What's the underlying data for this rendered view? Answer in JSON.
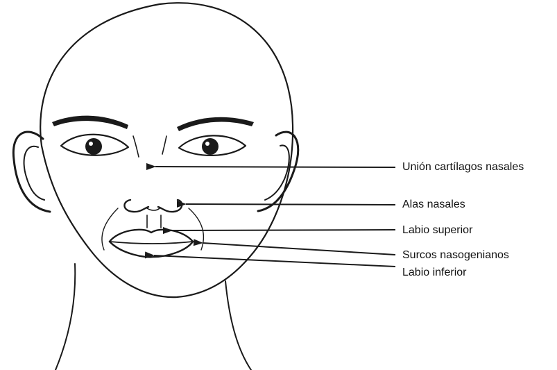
{
  "diagram": {
    "subject": "face-front-view",
    "labels": [
      {
        "id": "union-cartilagos-nasales",
        "text": "Unión cartílagos nasales"
      },
      {
        "id": "alas-nasales",
        "text": "Alas nasales"
      },
      {
        "id": "labio-superior",
        "text": "Labio superior"
      },
      {
        "id": "surcos-nasogenianos",
        "text": "Surcos nasogenianos"
      },
      {
        "id": "labio-inferior",
        "text": "Labio inferior"
      }
    ],
    "colors": {
      "line": "#1a1a1a",
      "background": "#ffffff"
    }
  }
}
